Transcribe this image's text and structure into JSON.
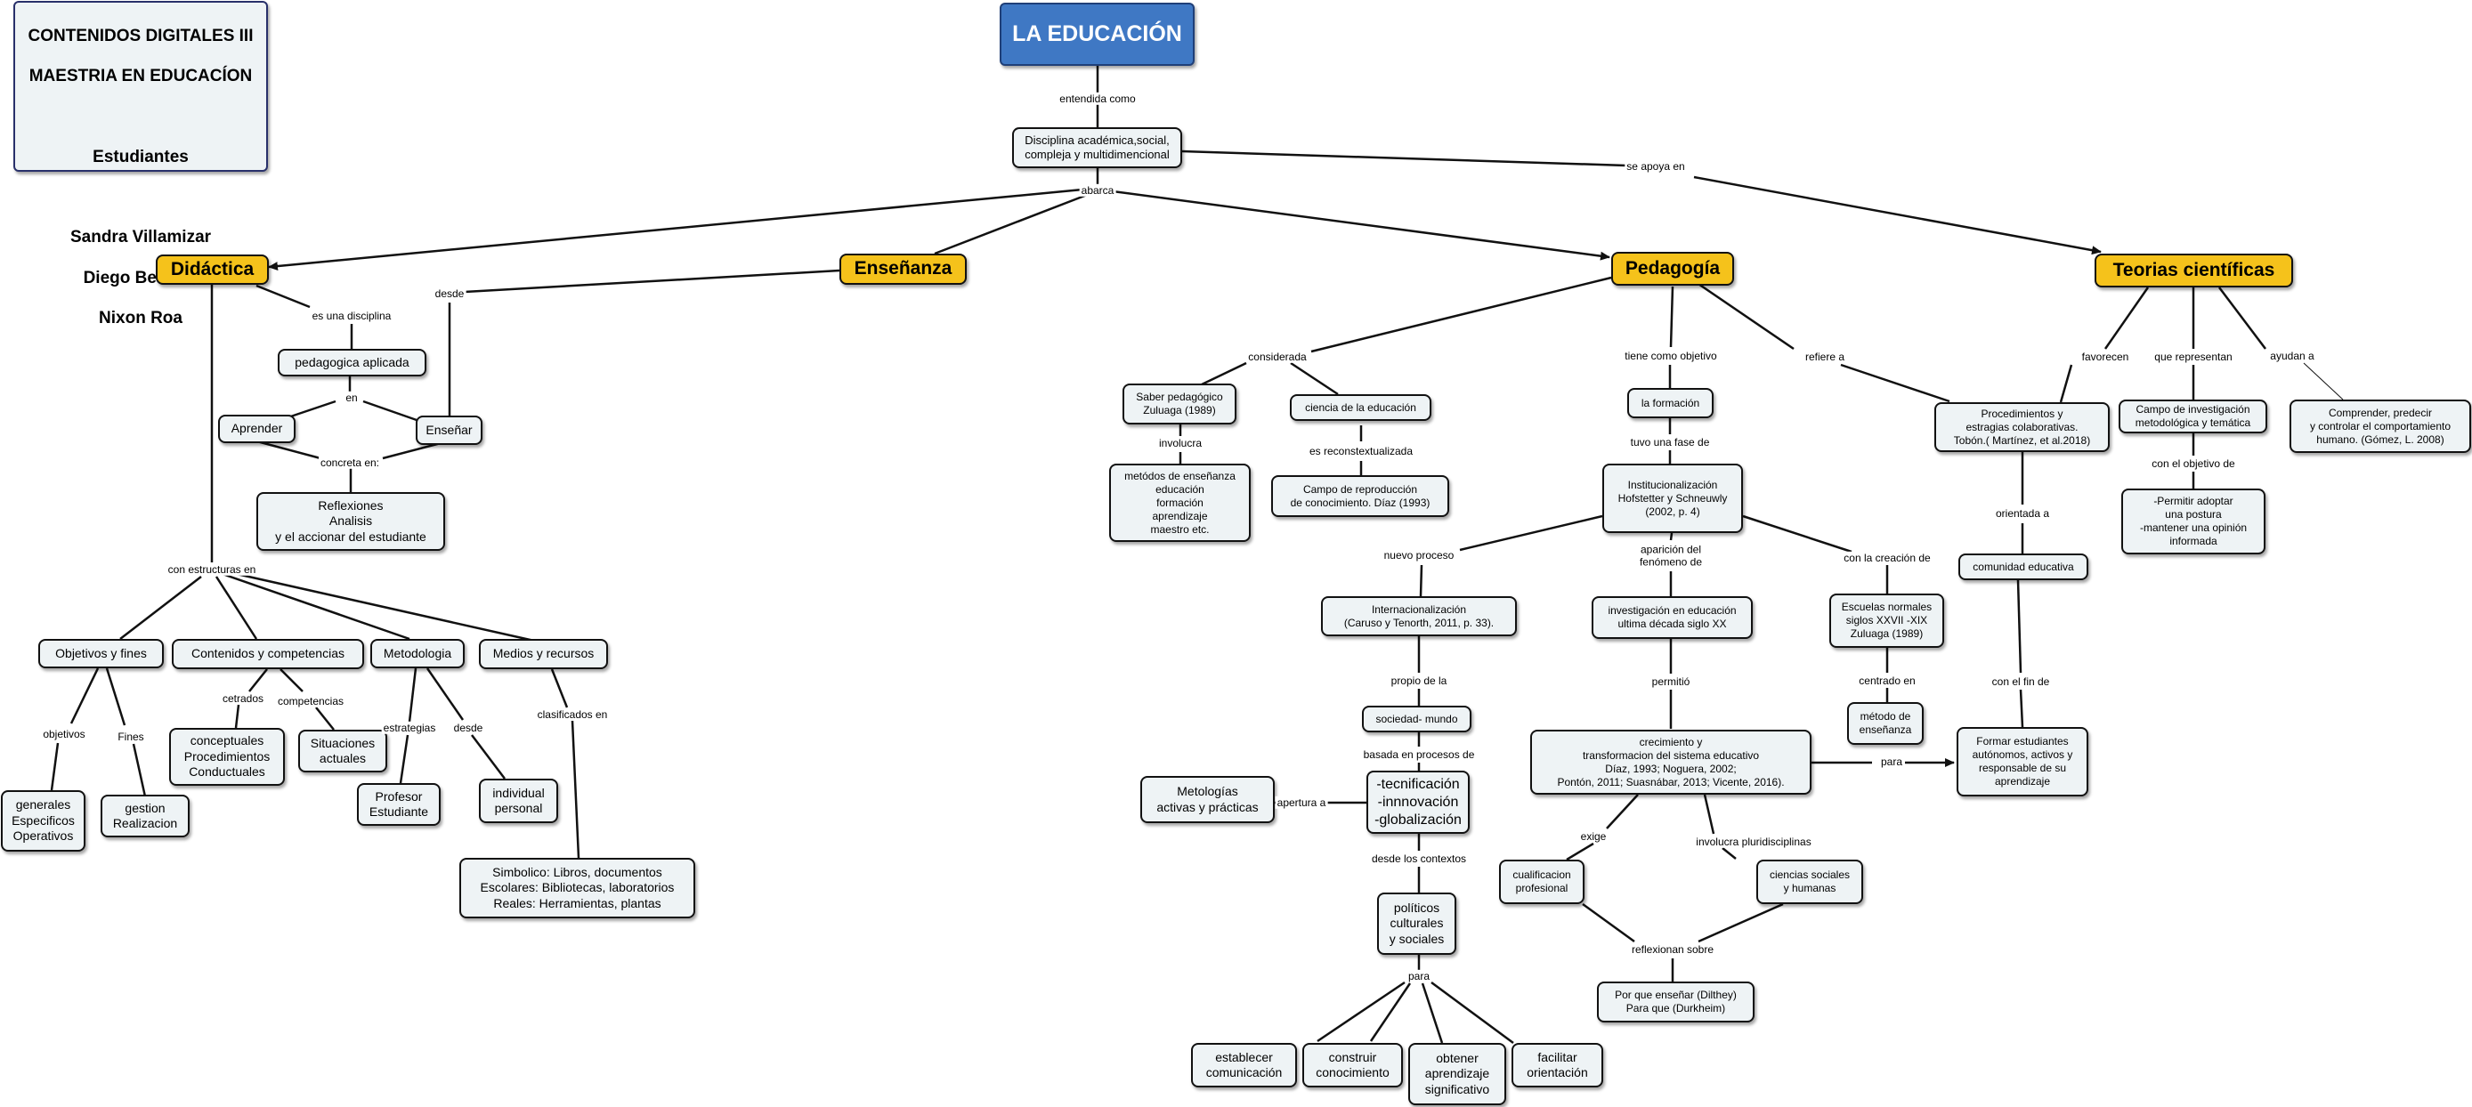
{
  "header": {
    "title_line1": "CONTENIDOS DIGITALES III",
    "title_line2": "MAESTRIA EN EDUCACÍON",
    "subtitle": "Estudiantes",
    "students": [
      "Sandra Villamizar",
      "Diego Becerra",
      "Nixon Roa"
    ]
  },
  "nodes": {
    "root": "LA EDUCACIÓN",
    "disciplina": "Disciplina académica,social,\ncompleja y multidimencional",
    "didactica": "Didáctica",
    "ensenanza": "Enseñanza",
    "pedagogia": "Pedagogía",
    "teorias": "Teorias científicas",
    "pedagogica": "pedagogica aplicada",
    "aprender": "Aprender",
    "ensenar": "Enseñar",
    "reflexiones": "Reflexiones\nAnalisis\ny el accionar del estudiante",
    "objetivos": "Objetivos y fines",
    "contenidos": "Contenidos y competencias",
    "metodologia": "Metodologia",
    "medios": "Medios y recursos",
    "generales": "generales\nEspecificos\nOperativos",
    "gestion": "gestion\nRealizacion",
    "conceptuales": "conceptuales\nProcedimientos\nConductuales",
    "situaciones": "Situaciones\nactuales",
    "profesor": "Profesor\nEstudiante",
    "individual": "individual\npersonal",
    "simbolico": "Simbolico: Libros, documentos\nEscolares: Bibliotecas, laboratorios\nReales: Herramientas, plantas",
    "saber": "Saber pedagógico\nZuluaga (1989)",
    "ciencia": "ciencia de la educación",
    "metodos": "metódos de enseñanza\neducación\nformación\naprendizaje\nmaestro etc.",
    "campo_repro": "Campo de reproducción\nde conocimiento. Díaz (1993)",
    "formacion": "la formación",
    "institucionalizacion": "Institucionalización\nHofstetter y Schneuwly\n(2002, p. 4)",
    "internacionalizacion": "Internacionalización\n(Caruso y Tenorth, 2011, p. 33).",
    "investigacion": "investigación en educación\nultima década siglo XX",
    "escuelas": "Escuelas normales\nsiglos XXVII -XIX\nZuluaga (1989)",
    "metodo_ensenanza": "método de\nenseñanza",
    "sociedad": "sociedad- mundo",
    "tecnificacion": "-tecnificación\n-innnovación\n-globalización",
    "metologias": "Metologías\nactivas y prácticas",
    "politicos": "políticos\nculturales\ny sociales",
    "crecimiento": "crecimiento y\ntransformacion del sistema educativo\nDíaz, 1993; Noguera, 2002;\nPontón, 2011; Suasnábar, 2013; Vicente, 2016).",
    "cualificacion": "cualificacion\nprofesional",
    "ciencias_sociales": "ciencias sociales\ny humanas",
    "por_que": "Por que enseñar (Dilthey)\nPara que (Durkheim)",
    "establecer": "establecer\ncomunicación",
    "construir": "construir\nconocimiento",
    "obtener": "obtener\naprendizaje\nsignificativo",
    "facilitar": "facilitar\norientación",
    "procedimientos": "Procedimientos y\nestragias colaborativas.\nTobón.( Martínez, et al.2018)",
    "campo_invest": "Campo de investigación\nmetodológica y temática",
    "comprender": "Comprender, predecir\ny controlar el comportamiento\nhumano. (Gómez, L. 2008)",
    "permitir": "-Permitir adoptar\nuna postura\n-mantener una opinión\ninformada",
    "comunidad": "comunidad educativa",
    "formar": "Formar estudiantes\nautónomos, activos y\nresponsable de su\naprendizaje"
  },
  "labels": {
    "entendida": "entendida como",
    "abarca": "abarca",
    "se_apoya": "se apoya en",
    "es_una": "es una disciplina",
    "desde": "desde",
    "en": "en",
    "concreta": "concreta en:",
    "con_estructuras": "con estructuras en",
    "objetivos_lbl": "objetivos",
    "fines": "Fines",
    "cetrados": "cetrados",
    "competencias": "competencias",
    "estrategias": "estrategias",
    "desde2": "desde",
    "clasificados": "clasificados en",
    "considerada": "considerada",
    "involucra": "involucra",
    "es_recontext": "es reconstextualizada",
    "tiene_como": "tiene como objetivo",
    "tuvo_una": "tuvo una fase de",
    "refiere": "refiere a",
    "nuevo_proceso": "nuevo proceso",
    "aparicion": "aparición del\nfenómeno de",
    "con_la_creacion": "con la creación de",
    "propio": "propio de la",
    "centrado": "centrado en",
    "basada": "basada en procesos de",
    "apertura": "apertura a",
    "desde_contextos": "desde los contextos",
    "permitio": "permitió",
    "para": "para",
    "para2": "para",
    "exige": "exige",
    "involucra_pluri": "involucra pluridisciplinas",
    "reflexionan": "reflexionan sobre",
    "favorecen": "favorecen",
    "que_representan": "que representan",
    "ayudan": "ayudan a",
    "orientada": "orientada a",
    "con_objetivo": "con el objetivo de",
    "con_fin": "con el fin de"
  },
  "colors": {
    "root_fill": "#3f78c4",
    "category_fill": "#f5c21b",
    "node_fill": "#eef3f5",
    "line": "#111111"
  }
}
